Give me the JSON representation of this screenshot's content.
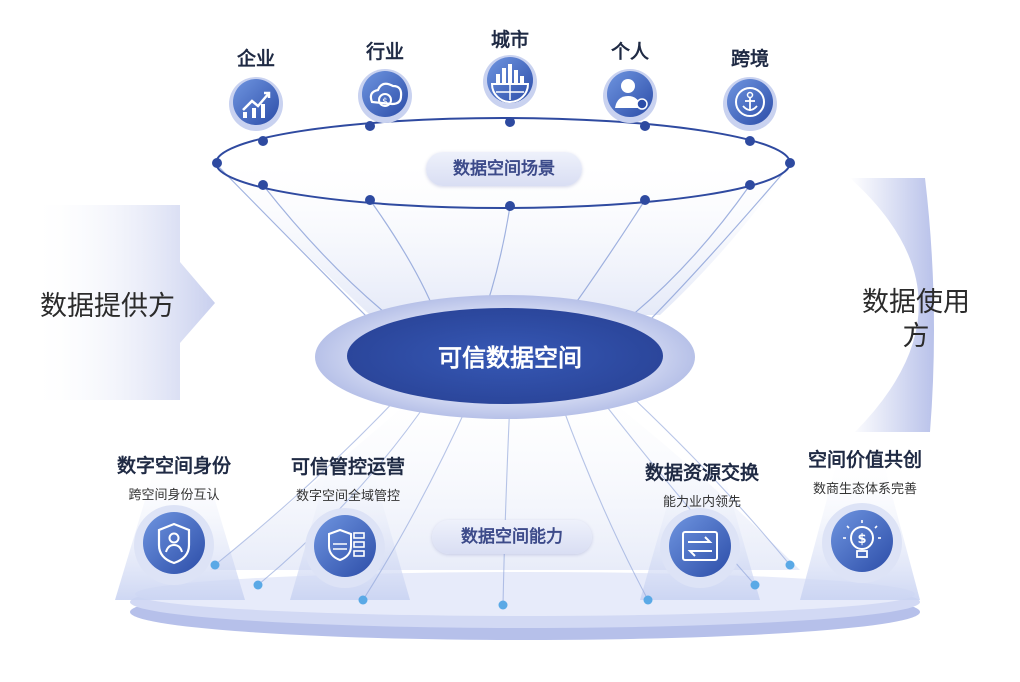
{
  "scene": {
    "top_ring_label": "数据空间场景",
    "center_label": "可信数据空间",
    "bottom_label": "数据空间能力",
    "left_arrow_label": "数据提供方",
    "right_label_line1": "数据使用",
    "right_label_line2": "方"
  },
  "scenarios": [
    {
      "label": "企业",
      "icon": "growth-chart-icon"
    },
    {
      "label": "行业",
      "icon": "coin-cloud-icon"
    },
    {
      "label": "城市",
      "icon": "city-globe-icon"
    },
    {
      "label": "个人",
      "icon": "person-icon"
    },
    {
      "label": "跨境",
      "icon": "anchor-icon"
    }
  ],
  "capabilities": [
    {
      "title": "数字空间身份",
      "subtitle": "跨空间身份互认",
      "icon": "shield-person-icon"
    },
    {
      "title": "可信管控运营",
      "subtitle": "数字空间全域管控",
      "icon": "shield-list-icon"
    },
    {
      "title": "数据资源交换",
      "subtitle": "能力业内领先",
      "icon": "exchange-arrows-icon"
    },
    {
      "title": "空间价值共创",
      "subtitle": "数商生态体系完善",
      "icon": "lightbulb-dollar-icon"
    }
  ],
  "colors": {
    "primary": "#3b5bb5",
    "dark_blue": "#2e4aa0",
    "light_blue": "#5aa9e6",
    "text_dark": "#1f2a44"
  }
}
